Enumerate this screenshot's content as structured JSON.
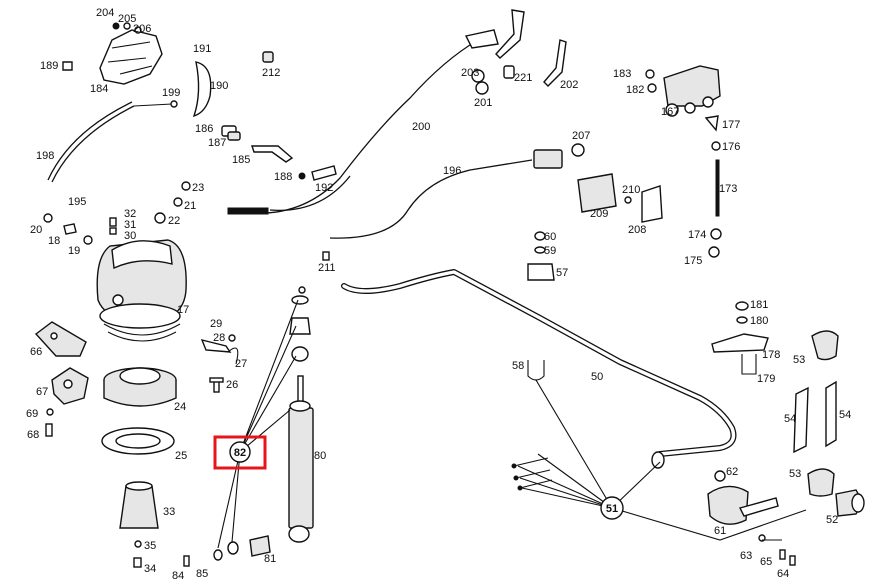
{
  "highlight": {
    "label": "82",
    "color": "#e8141c"
  },
  "hub_labels": {
    "left": "82",
    "right": "51"
  },
  "callouts": {
    "c204": "204",
    "c205": "205",
    "c206": "206",
    "c189": "189",
    "c184": "184",
    "c191": "191",
    "c190": "190",
    "c212": "212",
    "c199": "199",
    "c198": "198",
    "c186": "186",
    "c187": "187",
    "c185": "185",
    "c188": "188",
    "c192": "192",
    "c195": "195",
    "c23": "23",
    "c21": "21",
    "c22": "22",
    "c32": "32",
    "c31": "31",
    "c30": "30",
    "c20": "20",
    "c18": "18",
    "c19": "19",
    "c17": "17",
    "c66": "66",
    "c29": "29",
    "c28": "28",
    "c27": "27",
    "c67": "67",
    "c26": "26",
    "c24": "24",
    "c69": "69",
    "c68": "68",
    "c25": "25",
    "c33": "33",
    "c35": "35",
    "c34": "34",
    "c84": "84",
    "c85": "85",
    "c81": "81",
    "c80": "80",
    "c211": "211",
    "c200": "200",
    "c203": "203",
    "c221": "221",
    "c201": "201",
    "c202": "202",
    "c196": "196",
    "c207": "207",
    "c210": "210",
    "c209": "209",
    "c208": "208",
    "c60": "60",
    "c59": "59",
    "c57": "57",
    "c183": "183",
    "c182": "182",
    "c167": "167",
    "c177": "177",
    "c176": "176",
    "c173": "173",
    "c174": "174",
    "c175": "175",
    "c181": "181",
    "c180": "180",
    "c178": "178",
    "c179": "179",
    "c53a": "53",
    "c53b": "53",
    "c54a": "54",
    "c54b": "54",
    "c58": "58",
    "c50": "50",
    "c62": "62",
    "c61": "61",
    "c52": "52",
    "c63": "63",
    "c65": "65",
    "c64": "64"
  }
}
